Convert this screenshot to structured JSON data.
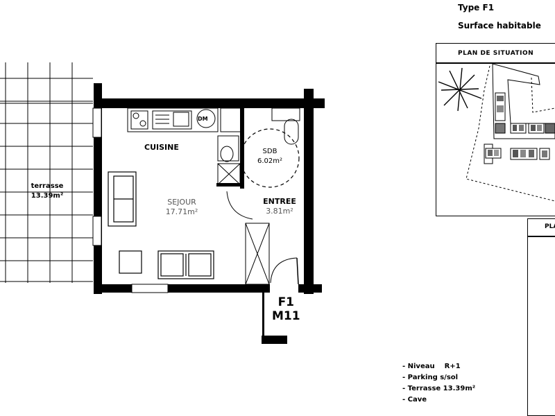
{
  "header": {
    "type": "Type F1",
    "surface": "Surface habitable"
  },
  "situation": {
    "title": "PLAN DE SITUATION"
  },
  "plan2": {
    "title_partial": "PLA"
  },
  "rooms": {
    "terrasse_name": "terrasse",
    "terrasse_area": "13.39m²",
    "cuisine_name": "CUISINE",
    "sejour_name": "SEJOUR",
    "sejour_area": "17.71m²",
    "sdb_name": "SDB",
    "sdb_area": "6.02m²",
    "entree_name": "ENTREE",
    "entree_area": "3.81m²",
    "dm_label": "DM"
  },
  "lot": {
    "type": "F1",
    "id": "M11"
  },
  "notes": [
    {
      "label": "- Niveau",
      "value": "R+1"
    },
    {
      "label": "- Parking s/sol",
      "value": ""
    },
    {
      "label": "- Terrasse 13.39m²",
      "value": ""
    },
    {
      "label": "- Cave",
      "value": ""
    }
  ]
}
